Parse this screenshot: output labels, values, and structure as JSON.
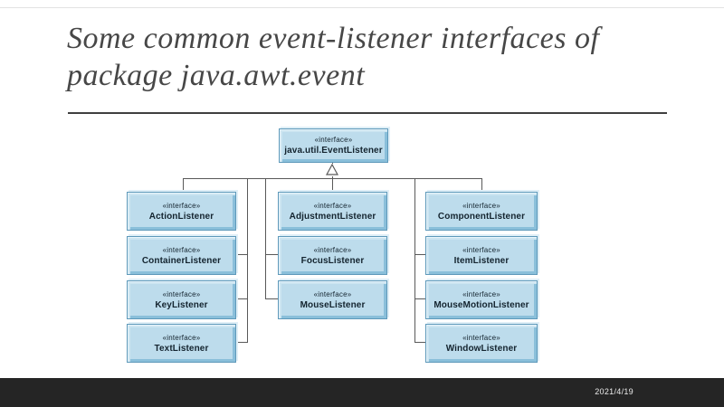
{
  "slide": {
    "title_line1": "Some common event-listener interfaces of",
    "title_line2": "package java.awt.event",
    "footer": {
      "date": "2021/4/19"
    }
  },
  "diagram": {
    "root": {
      "stereotype": "«interface»",
      "name": "java.util.EventListener"
    },
    "columns": [
      {
        "boxes": [
          {
            "stereotype": "«interface»",
            "name": "ActionListener"
          },
          {
            "stereotype": "«interface»",
            "name": "ContainerListener"
          },
          {
            "stereotype": "«interface»",
            "name": "KeyListener"
          },
          {
            "stereotype": "«interface»",
            "name": "TextListener"
          }
        ]
      },
      {
        "boxes": [
          {
            "stereotype": "«interface»",
            "name": "AdjustmentListener"
          },
          {
            "stereotype": "«interface»",
            "name": "FocusListener"
          },
          {
            "stereotype": "«interface»",
            "name": "MouseListener"
          }
        ]
      },
      {
        "boxes": [
          {
            "stereotype": "«interface»",
            "name": "ComponentListener"
          },
          {
            "stereotype": "«interface»",
            "name": "ItemListener"
          },
          {
            "stereotype": "«interface»",
            "name": "MouseMotionListener"
          },
          {
            "stereotype": "«interface»",
            "name": "WindowListener"
          }
        ]
      }
    ]
  },
  "colors": {
    "box_fill": "#bddcec",
    "box_border": "#5e99ba",
    "bevel_dark": "#8abfda",
    "bevel_light": "#e8f4fa",
    "connector": "#595959",
    "footer_bar": "#252525",
    "title_text": "#474747"
  }
}
